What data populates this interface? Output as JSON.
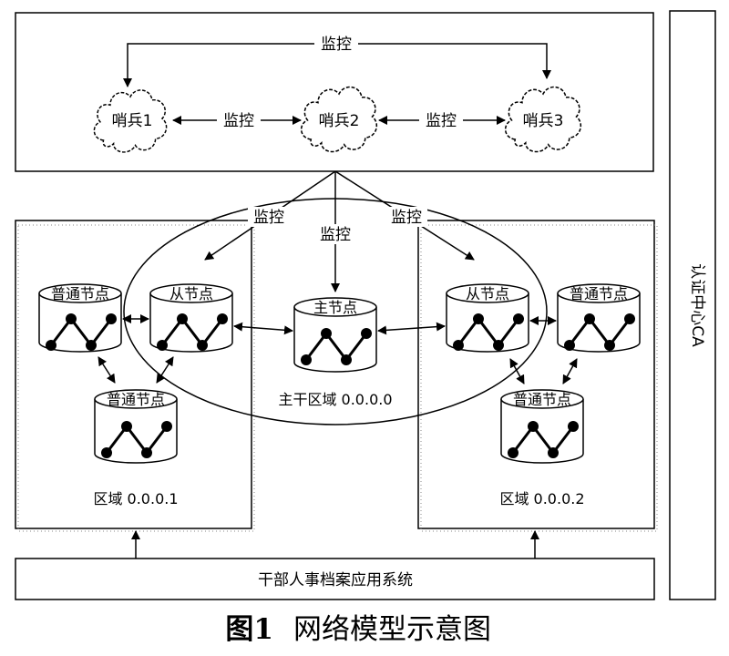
{
  "sentinel_box": {
    "edge_labels": {
      "top": "监控",
      "s1_s2": "监控",
      "s2_s3": "监控"
    },
    "sentinels": [
      {
        "label": "哨兵1"
      },
      {
        "label": "哨兵2"
      },
      {
        "label": "哨兵3"
      }
    ]
  },
  "monitor_labels": {
    "left": "监控",
    "middle": "监控",
    "right": "监控"
  },
  "backbone": {
    "master_node": "主节点",
    "label": "主干区域 0.0.0.0"
  },
  "region_left": {
    "label": "区域 0.0.0.1",
    "nodes": {
      "normal_top": "普通节点",
      "slave": "从节点",
      "normal_bottom": "普通节点"
    }
  },
  "region_right": {
    "label": "区域 0.0.0.2",
    "nodes": {
      "slave": "从节点",
      "normal_top": "普通节点",
      "normal_bottom": "普通节点"
    }
  },
  "ca": {
    "label": "认证中心CA"
  },
  "app_system": {
    "label": "干部人事档案应用系统"
  },
  "caption": {
    "number": "图1",
    "title": "网络模型示意图"
  }
}
